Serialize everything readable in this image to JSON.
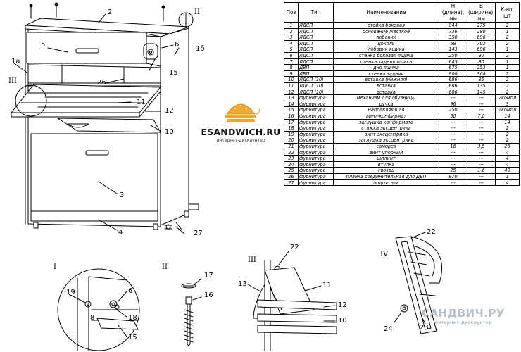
{
  "colors": {
    "line": "#000000",
    "logo_accent": "#f0a830",
    "watermark": "#8c9cb0"
  },
  "brand": {
    "name": "ESANDWICH.RU",
    "subtitle": "интернет-дискаунтер"
  },
  "watermark": {
    "name": "САНДВИЧ.РУ",
    "subtitle": "интернет-дискаунтер"
  },
  "callouts": {
    "c2": "2",
    "c6": "6",
    "c1b": "1б",
    "c5": "5",
    "c1a": "1а",
    "c15": "15",
    "c26": "26",
    "c11": "11",
    "c12": "12",
    "c10": "10",
    "c3": "3",
    "c4": "4",
    "c27": "27"
  },
  "views": {
    "I": {
      "title": "I",
      "labels": [
        "19",
        "6",
        "8",
        "18",
        "15"
      ]
    },
    "II": {
      "title": "II",
      "labels": [
        "17",
        "16"
      ]
    },
    "III": {
      "title": "III",
      "labels": [
        "22",
        "13",
        "11",
        "12",
        "10"
      ]
    },
    "IV": {
      "title": "IV",
      "labels": [
        "22",
        "24",
        "23"
      ]
    },
    "main_marks": {
      "II": "II",
      "III": "III"
    }
  },
  "table": {
    "headers": {
      "pos": "Поз",
      "type": "Тип",
      "name": "Наименование",
      "h": "Н (длина), мм",
      "w": "В (ширина), мм",
      "qty": "К-во, шт"
    },
    "rows": [
      [
        "1",
        "ЛДСП",
        "стойка боковая",
        "944",
        "275",
        "2"
      ],
      [
        "2",
        "ЛДСП",
        "основание жесткое",
        "736",
        "280",
        "1"
      ],
      [
        "3",
        "ЛДСП",
        "лобовик",
        "350",
        "696",
        "2"
      ],
      [
        "4",
        "ЛДСП",
        "цоколь",
        "68",
        "702",
        "2"
      ],
      [
        "5",
        "ЛДСП",
        "лобовик ящика",
        "143",
        "696",
        "1"
      ],
      [
        "6",
        "ЛДСП",
        "стенка боковая ящика",
        "250",
        "80",
        "2"
      ],
      [
        "7",
        "ЛДСП",
        "стенка задняя ящика",
        "645",
        "80",
        "1"
      ],
      [
        "8",
        "ДВП",
        "дно ящика",
        "675",
        "253",
        "1"
      ],
      [
        "9",
        "ДВП",
        "стенка задняя",
        "900",
        "364",
        "2"
      ],
      [
        "10",
        "ЛДСП (10)",
        "вставка (нижняя)",
        "686",
        "85",
        "2"
      ],
      [
        "11",
        "ЛДСП (10)",
        "вставка",
        "686",
        "135",
        "2"
      ],
      [
        "12",
        "ЛДСП (10)",
        "вставка",
        "686",
        "145",
        "2"
      ],
      [
        "13",
        "фурнитура",
        "механизм для обувницы",
        "---",
        "---",
        "2компл"
      ],
      [
        "14",
        "фурнитура",
        "ручка",
        "96",
        "---",
        "3"
      ],
      [
        "15",
        "фурнитура",
        "направляющая",
        "250",
        "---",
        "1компл"
      ],
      [
        "16",
        "фурнитура",
        "винт-конфирмат",
        "50",
        "7.0",
        "14"
      ],
      [
        "17",
        "фурнитура",
        "заглушка конфирмата",
        "---",
        "---",
        "14"
      ],
      [
        "18",
        "фурнитура",
        "стяжка эксцентрика",
        "---",
        "---",
        "2"
      ],
      [
        "19",
        "фурнитура",
        "винт эксцентрика",
        "---",
        "---",
        "2"
      ],
      [
        "20",
        "фурнитура",
        "заглушка эксцентрика",
        "---",
        "---",
        "2"
      ],
      [
        "21",
        "фурнитура",
        "саморез",
        "16",
        "3,5",
        "26"
      ],
      [
        "22",
        "фурнитура",
        "винт упорный",
        "---",
        "---",
        "4"
      ],
      [
        "23",
        "фурнитура",
        "шплинт",
        "---",
        "---",
        "4"
      ],
      [
        "24",
        "фурнитура",
        "втулка",
        "---",
        "---",
        "4"
      ],
      [
        "25",
        "фурнитура",
        "гвоздь",
        "25",
        "1,6",
        "40"
      ],
      [
        "26",
        "фурнитура",
        "планка соединительная для ДВП",
        "870",
        "---",
        "1"
      ],
      [
        "27",
        "фурнитура",
        "подпятник",
        "---",
        "---",
        "4"
      ]
    ]
  }
}
